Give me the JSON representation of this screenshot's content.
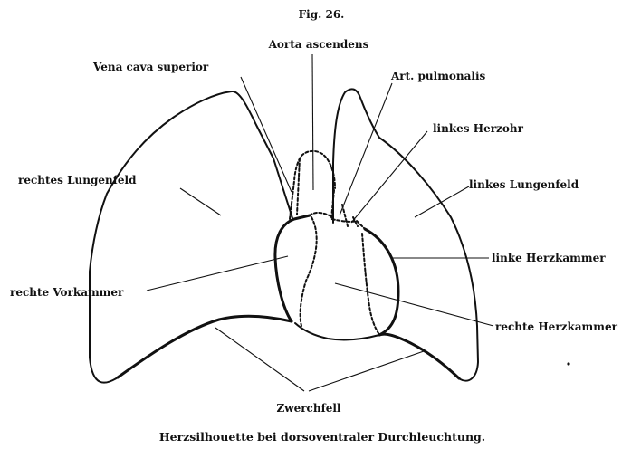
{
  "figure": {
    "number": "Fig. 26.",
    "caption": "Herzsilhouette bei dorsoventraler Durchleuchtung."
  },
  "labels": {
    "aorta_ascendens": "Aorta ascendens",
    "vena_cava_superior": "Vena cava superior",
    "art_pulmonalis": "Art. pulmonalis",
    "linkes_herzohr": "linkes Herzohr",
    "rechtes_lungenfeld": "rechtes Lungenfeld",
    "linkes_lungenfeld": "linkes Lungenfeld",
    "linke_herzkammer": "linke Herzkammer",
    "rechte_vorkammer": "rechte Vorkammer",
    "rechte_herzkammer": "rechte Herzkammer",
    "zwerchfell": "Zwerchfell"
  }
}
